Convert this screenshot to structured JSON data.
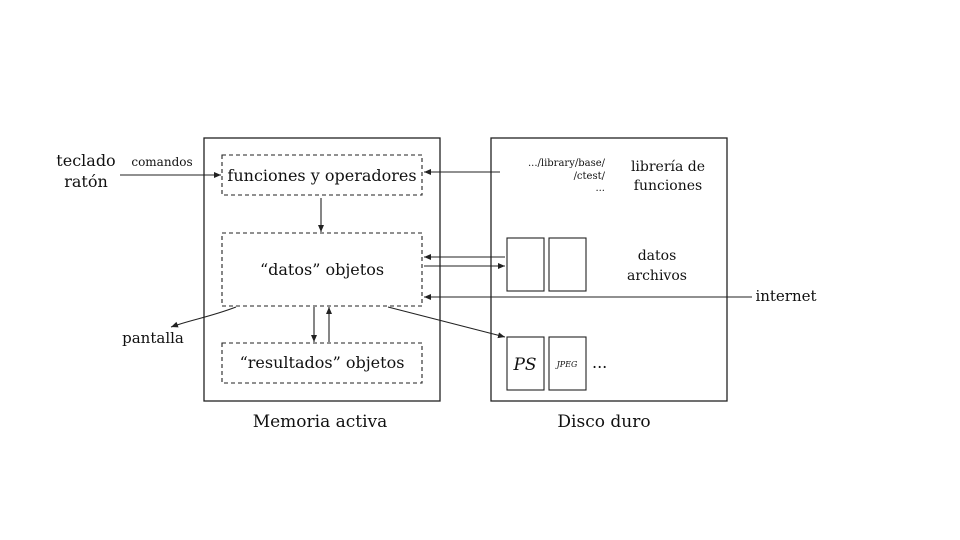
{
  "inputs": {
    "line1": "teclado",
    "line2": "ratón",
    "commands_label": "comandos"
  },
  "memory": {
    "title": "Memoria activa",
    "functions_box": "funciones y operadores",
    "data_box": "“datos” objetos",
    "results_box": "“resultados” objetos"
  },
  "screen_label": "pantalla",
  "disk": {
    "title": "Disco duro",
    "path_line1": ".../library/base/",
    "path_line2": "/ctest/",
    "path_line3": "...",
    "library_line1": "librería de",
    "library_line2": "funciones",
    "data_files_line1": "datos",
    "data_files_line2": "archivos",
    "ps_label": "PS",
    "jpeg_label": "JPEG",
    "more_dots": "..."
  },
  "internet_label": "internet"
}
